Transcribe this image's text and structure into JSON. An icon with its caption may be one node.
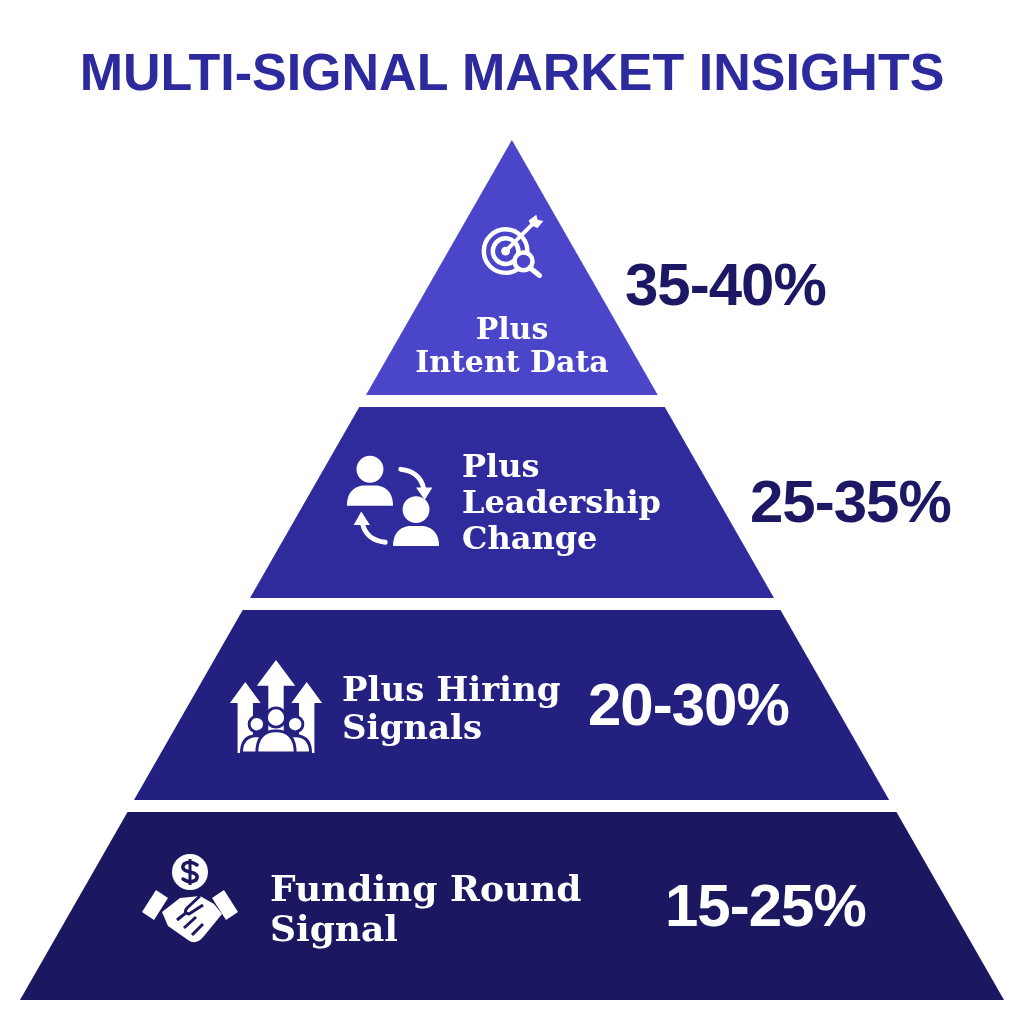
{
  "diagram": {
    "title": "MULTI-SIGNAL MARKET INSIGHTS",
    "nodes": [
      {
        "text": [
          "Plus Intent Data"
        ],
        "beside": [
          "35-40%"
        ]
      },
      {
        "text": [
          "Plus Leadership Change"
        ],
        "beside": [
          "25-35%"
        ]
      },
      {
        "text": [
          "Plus Hiring Signals",
          "20-30%"
        ]
      },
      {
        "text": [
          "Funding Round Signal",
          "15-25%"
        ]
      }
    ]
  }
}
